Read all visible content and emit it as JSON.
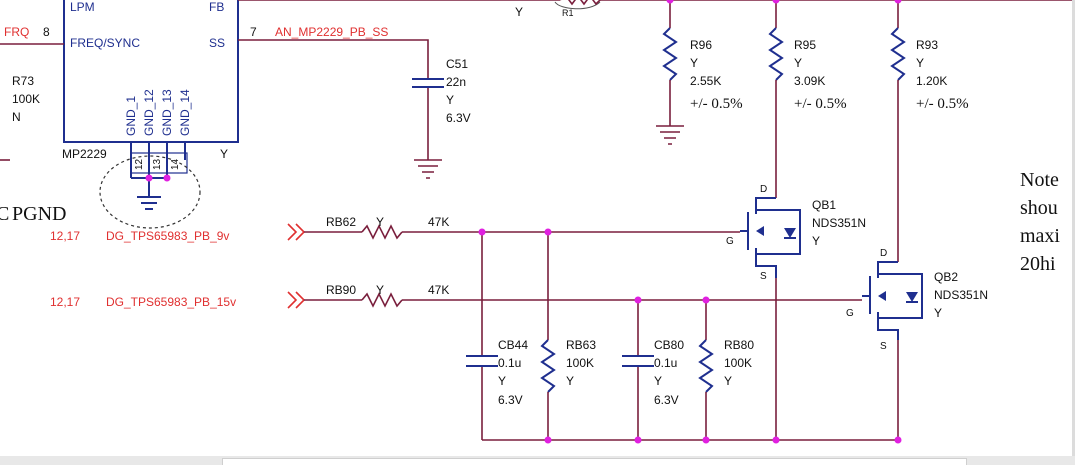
{
  "ic": {
    "name": "MP2229",
    "flag": "Y",
    "pins": {
      "lpm": "LPM",
      "fb": "FB",
      "freq": "FREQ/SYNC",
      "ss": "SS",
      "gnd1": "GND_1",
      "gnd12": "GND_12",
      "gnd13": "GND_13",
      "gnd14": "GND_14"
    },
    "pin_numbers": {
      "freq": "8",
      "ss": "7",
      "p12": "12",
      "p13": "13",
      "p14": "14"
    }
  },
  "nets": {
    "frq": "FRQ",
    "ss": "AN_MP2229_PB_SS",
    "pb9": "DG_TPS65983_PB_9v",
    "pb15": "DG_TPS65983_PB_15v",
    "pb9_ref": "12,17",
    "pb15_ref": "12,17",
    "pgnd": "PGND",
    "pgnd_prefix": "C"
  },
  "top_labels": {
    "y_left": "Y",
    "r1": "R1"
  },
  "r73": {
    "ref": "R73",
    "value": "100K",
    "flag": "N"
  },
  "c51": {
    "ref": "C51",
    "value": "22n",
    "flag": "Y",
    "voltage": "6.3V"
  },
  "r96": {
    "ref": "R96",
    "flag": "Y",
    "value": "2.55K",
    "tolerance": "+/- 0.5%"
  },
  "r95": {
    "ref": "R95",
    "flag": "Y",
    "value": "3.09K",
    "tolerance": "+/- 0.5%"
  },
  "r93": {
    "ref": "R93",
    "flag": "Y",
    "value": "1.20K",
    "tolerance": "+/- 0.5%"
  },
  "rb62": {
    "ref": "RB62",
    "flag": "Y",
    "value": "47K"
  },
  "rb90": {
    "ref": "RB90",
    "flag": "Y",
    "value": "47K"
  },
  "cb44": {
    "ref": "CB44",
    "value": "0.1u",
    "flag": "Y",
    "voltage": "6.3V"
  },
  "rb63": {
    "ref": "RB63",
    "value": "100K",
    "flag": "Y"
  },
  "cb80": {
    "ref": "CB80",
    "value": "0.1u",
    "flag": "Y",
    "voltage": "6.3V"
  },
  "rb80": {
    "ref": "RB80",
    "value": "100K",
    "flag": "Y"
  },
  "qb1": {
    "ref": "QB1",
    "part": "NDS351N",
    "flag": "Y",
    "d": "D",
    "g": "G",
    "s": "S"
  },
  "qb2": {
    "ref": "QB2",
    "part": "NDS351N",
    "flag": "Y",
    "d": "D",
    "g": "G",
    "s": "S"
  },
  "note_lines": [
    "Note",
    "shou",
    "maxi",
    "20hi"
  ],
  "colors": {
    "wire": "#7a1f3d",
    "component": "#1f2f8f",
    "net_label": "#e03030",
    "junction": "#e020e0"
  }
}
